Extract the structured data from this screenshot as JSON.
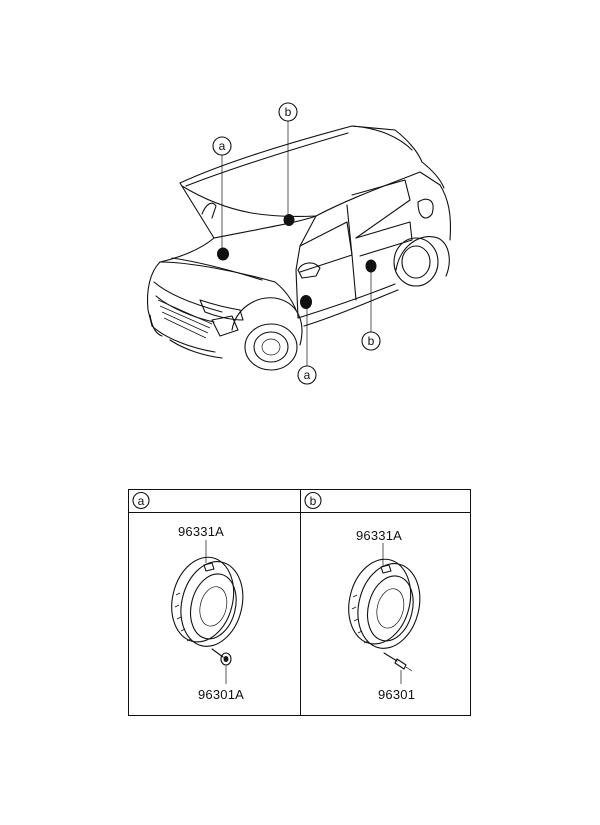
{
  "callouts": {
    "a": "a",
    "b": "b"
  },
  "panel_a": {
    "label": "a",
    "speaker_part": "96331A",
    "screw_part": "96301A"
  },
  "panel_b": {
    "label": "b",
    "speaker_part": "96331A",
    "screw_part": "96301"
  },
  "icons": [
    "vehicle-outline-icon",
    "speaker-icon",
    "screw-icon"
  ]
}
